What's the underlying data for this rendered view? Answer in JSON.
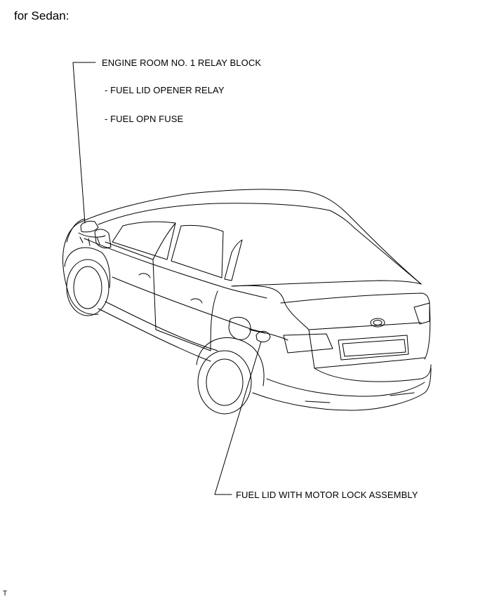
{
  "heading": "for Sedan:",
  "callouts": {
    "relay_block": "ENGINE ROOM NO. 1 RELAY BLOCK",
    "relay": "- FUEL LID OPENER RELAY",
    "fuse": "- FUEL OPN FUSE",
    "fuel_lid": "FUEL LID WITH MOTOR LOCK ASSEMBLY"
  },
  "corner_mark": "T"
}
